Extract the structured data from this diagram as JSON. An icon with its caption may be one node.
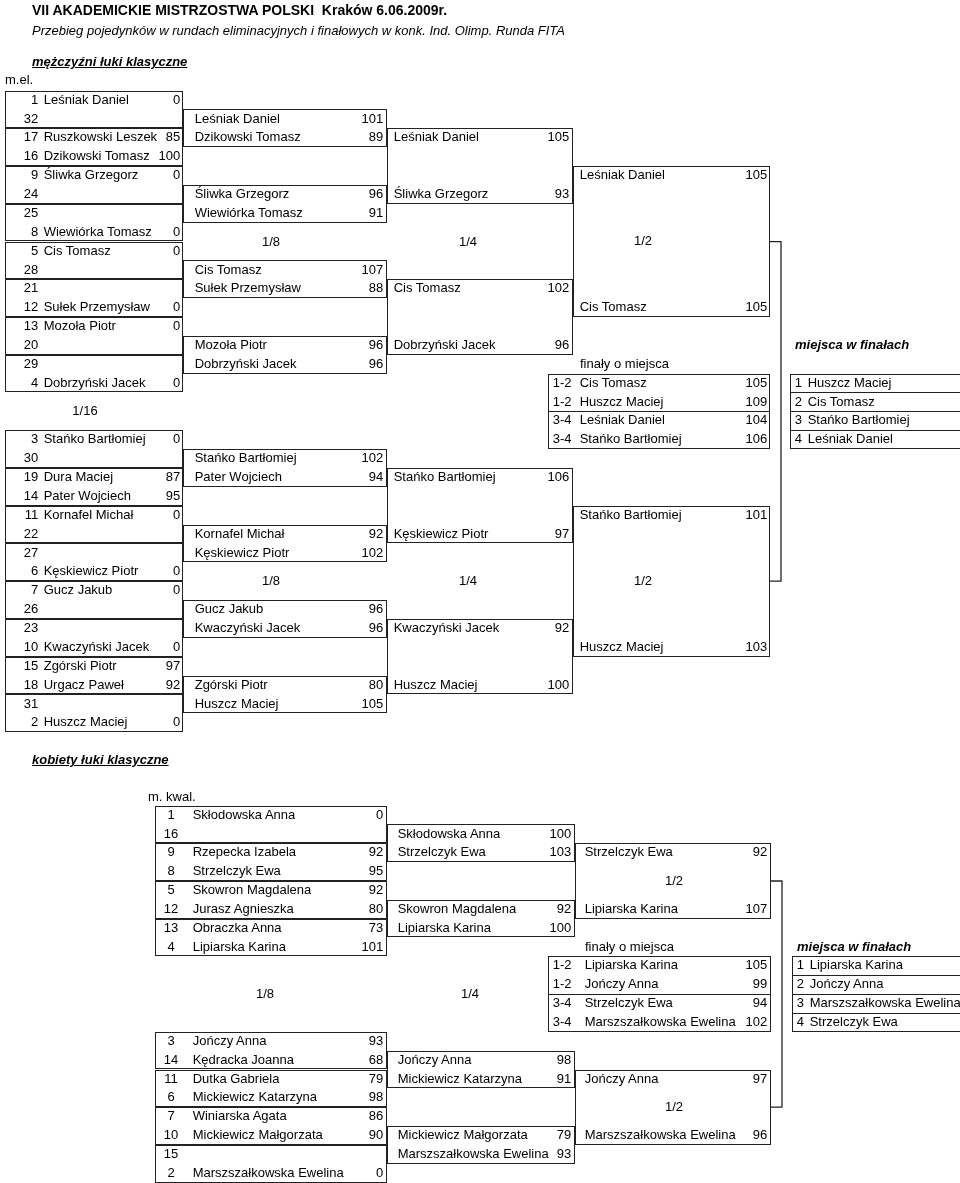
{
  "diagram": {
    "title": "VII AKADEMICKIE MISTRZOSTWA POLSKI  Kraków 6.06.2009r.",
    "nodes": [
      {
        "text": [
          "1",
          "Leśniak Daniel",
          "0",
          "32"
        ]
      },
      {
        "text": [
          "Leśniak Daniel",
          "101",
          "Dzikowski Tomasz",
          "89"
        ]
      },
      {
        "text": [
          "17",
          "Ruszkowski Leszek",
          "85",
          "16",
          "Dzikowski Tomasz",
          "100"
        ]
      },
      {
        "text": [
          "Leśniak Daniel",
          "105",
          "Śliwka Grzegorz",
          "93"
        ]
      },
      {
        "text": [
          "Leśniak Daniel",
          "105",
          "1/2",
          "Cis Tomasz",
          "105"
        ]
      },
      {
        "text": [
          "9",
          "Śliwka Grzegorz",
          "0",
          "24"
        ]
      },
      {
        "text": [
          "Śliwka Grzegorz",
          "96",
          "Wiewiórka Tomasz",
          "91"
        ]
      },
      {
        "text": [
          "25",
          "8",
          "Wiewiórka Tomasz",
          "0"
        ]
      },
      {
        "text": [
          "5",
          "Cis Tomasz",
          "0",
          "28"
        ]
      },
      {
        "text": [
          "Cis Tomasz",
          "107",
          "Sułek Przemysław",
          "88"
        ]
      },
      {
        "text": [
          "21",
          "12",
          "Sułek Przemysław",
          "0"
        ]
      },
      {
        "text": [
          "Cis Tomasz",
          "102",
          "Dobrzyński Jacek",
          "96"
        ]
      },
      {
        "text": [
          "13",
          "Mozoła Piotr",
          "0",
          "20"
        ]
      },
      {
        "text": [
          "Mozoła Piotr",
          "96",
          "Dobrzyński Jacek",
          "96"
        ]
      },
      {
        "text": [
          "29",
          "4",
          "Dobrzyński Jacek",
          "0"
        ]
      },
      {
        "text": [
          "1-2",
          "Cis Tomasz",
          "105",
          "1-2",
          "Huszcz Maciej",
          "109",
          "3-4",
          "Leśniak Daniel",
          "104",
          "3-4",
          "Stańko Bartłomiej",
          "106"
        ]
      },
      {
        "text": [
          "1",
          "Huszcz Maciej",
          "2",
          "Cis Tomasz",
          "3",
          "Stańko Bartłomiej",
          "4",
          "Leśniak Daniel"
        ]
      },
      {
        "text": [
          "3",
          "Stańko Bartłomiej",
          "0",
          "30"
        ]
      },
      {
        "text": [
          "Stańko Bartłomiej",
          "102",
          "Pater Wojciech",
          "94"
        ]
      },
      {
        "text": [
          "19",
          "Dura Maciej",
          "87",
          "14",
          "Pater Wojciech",
          "95"
        ]
      },
      {
        "text": [
          "Stańko Bartłomiej",
          "106",
          "Kęskiewicz Piotr",
          "97"
        ]
      },
      {
        "text": [
          "Stańko Bartłomiej",
          "101",
          "1/2",
          "Huszcz Maciej",
          "103"
        ]
      },
      {
        "text": [
          "11",
          "Kornafel Michał",
          "0",
          "22"
        ]
      },
      {
        "text": [
          "Kornafel Michał",
          "92",
          "Kęskiewicz Piotr",
          "102"
        ]
      },
      {
        "text": [
          "27",
          "6",
          "Kęskiewicz Piotr",
          "0"
        ]
      },
      {
        "text": [
          "7",
          "Gucz Jakub",
          "0",
          "26"
        ]
      },
      {
        "text": [
          "Gucz Jakub",
          "96",
          "Kwaczyński Jacek",
          "96"
        ]
      },
      {
        "text": [
          "23",
          "10",
          "Kwaczyński Jacek",
          "0"
        ]
      },
      {
        "text": [
          "Kwaczyński Jacek",
          "92",
          "Huszcz Maciej",
          "100"
        ]
      },
      {
        "text": [
          "15",
          "Zgórski Piotr",
          "97",
          "18",
          "Urgacz Paweł",
          "92"
        ]
      },
      {
        "text": [
          "Zgórski Piotr",
          "80",
          "Huszcz Maciej",
          "105"
        ]
      },
      {
        "text": [
          "31",
          "2",
          "Huszcz Maciej",
          "0"
        ]
      },
      {
        "text": [
          "1",
          "Skłodowska Anna",
          "0",
          "16"
        ]
      },
      {
        "text": [
          "Skłodowska Anna",
          "100",
          "Strzelczyk Ewa",
          "103"
        ]
      },
      {
        "text": [
          "9",
          "Rzepecka Izabela",
          "92",
          "8",
          "Strzelczyk Ewa",
          "95"
        ]
      },
      {
        "text": [
          "Strzelczyk Ewa",
          "92",
          "1/2",
          "Lipiarska Karina",
          "107"
        ]
      },
      {
        "text": [
          "5",
          "Skowron Magdalena",
          "92",
          "12",
          "Jurasz Agnieszka",
          "80"
        ]
      },
      {
        "text": [
          "Skowron Magdalena",
          "92",
          "Lipiarska Karina",
          "100"
        ]
      },
      {
        "text": [
          "13",
          "Obraczka Anna",
          "73",
          "4",
          "Lipiarska Karina",
          "101"
        ]
      },
      {
        "text": [
          "1-2",
          "Lipiarska Karina",
          "105",
          "1-2",
          "Jończy Anna",
          "99",
          "3-4",
          "Strzelczyk Ewa",
          "94",
          "3-4",
          "Marszszałkowska Ewelina",
          "102"
        ]
      },
      {
        "text": [
          "1",
          "Lipiarska Karina",
          "2",
          "Jończy Anna",
          "3",
          "Marszszałkowska Ewelina",
          "4",
          "Strzelczyk Ewa"
        ]
      },
      {
        "text": [
          "3",
          "Jończy Anna",
          "93",
          "14",
          "Kędracka Joanna",
          "68"
        ]
      },
      {
        "text": [
          "Jończy Anna",
          "98",
          "Mickiewicz Katarzyna",
          "91"
        ]
      },
      {
        "text": [
          "11",
          "Dutka Gabriela",
          "79",
          "6",
          "Mickiewicz Katarzyna",
          "98"
        ]
      },
      {
        "text": [
          "Jończy Anna",
          "97",
          "1/2",
          "Marszszałkowska Ewelina",
          "96"
        ]
      },
      {
        "text": [
          "7",
          "Winiarska Agata",
          "86",
          "10",
          "Mickiewicz Małgorzata",
          "90"
        ]
      },
      {
        "text": [
          "Mickiewicz Małgorzata",
          "79",
          "Marszszałkowska Ewelina",
          "93"
        ]
      },
      {
        "text": [
          "15",
          "2",
          "Marszszałkowska Ewelina",
          "0"
        ]
      }
    ],
    "edges": [
      {
        "from": 4,
        "to": 21,
        "arrow": "none"
      },
      {
        "from": 35,
        "to": 44,
        "arrow": "none"
      }
    ],
    "labels": [
      "Przebieg pojedynków w rundach eliminacyjnych i finałowych w konk. Ind. Olimp. Runda FITA",
      "mężczyźni łuki klasyczne",
      "m.el.",
      "1/8",
      "1/4",
      "miejsca w finałach",
      "finały o miejsca",
      "1/16",
      "1/8",
      "1/4",
      "kobiety łuki klasyczne",
      "m. kwal.",
      "finały o miejsca",
      "miejsca w finałach",
      "1/8",
      "1/4"
    ]
  }
}
